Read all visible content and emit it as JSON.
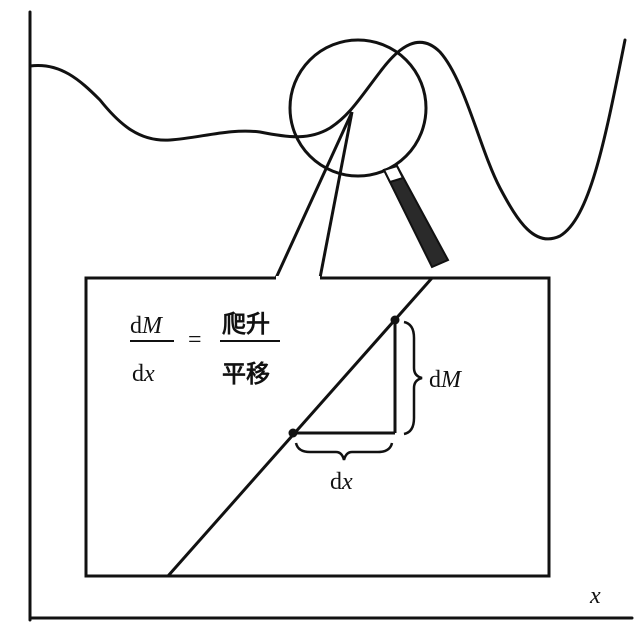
{
  "axis": {
    "x_label": "x"
  },
  "equation": {
    "lhs_num_d": "d",
    "lhs_num_var": "M",
    "lhs_den_d": "d",
    "lhs_den_var": "x",
    "equals": "=",
    "rhs_num": "爬升",
    "rhs_den": "平移"
  },
  "annotations": {
    "rise_d": "d",
    "rise_var": "M",
    "run_d": "d",
    "run_var": "x"
  },
  "colors": {
    "ink": "#111111",
    "handle": "#222222",
    "background": "#ffffff"
  }
}
